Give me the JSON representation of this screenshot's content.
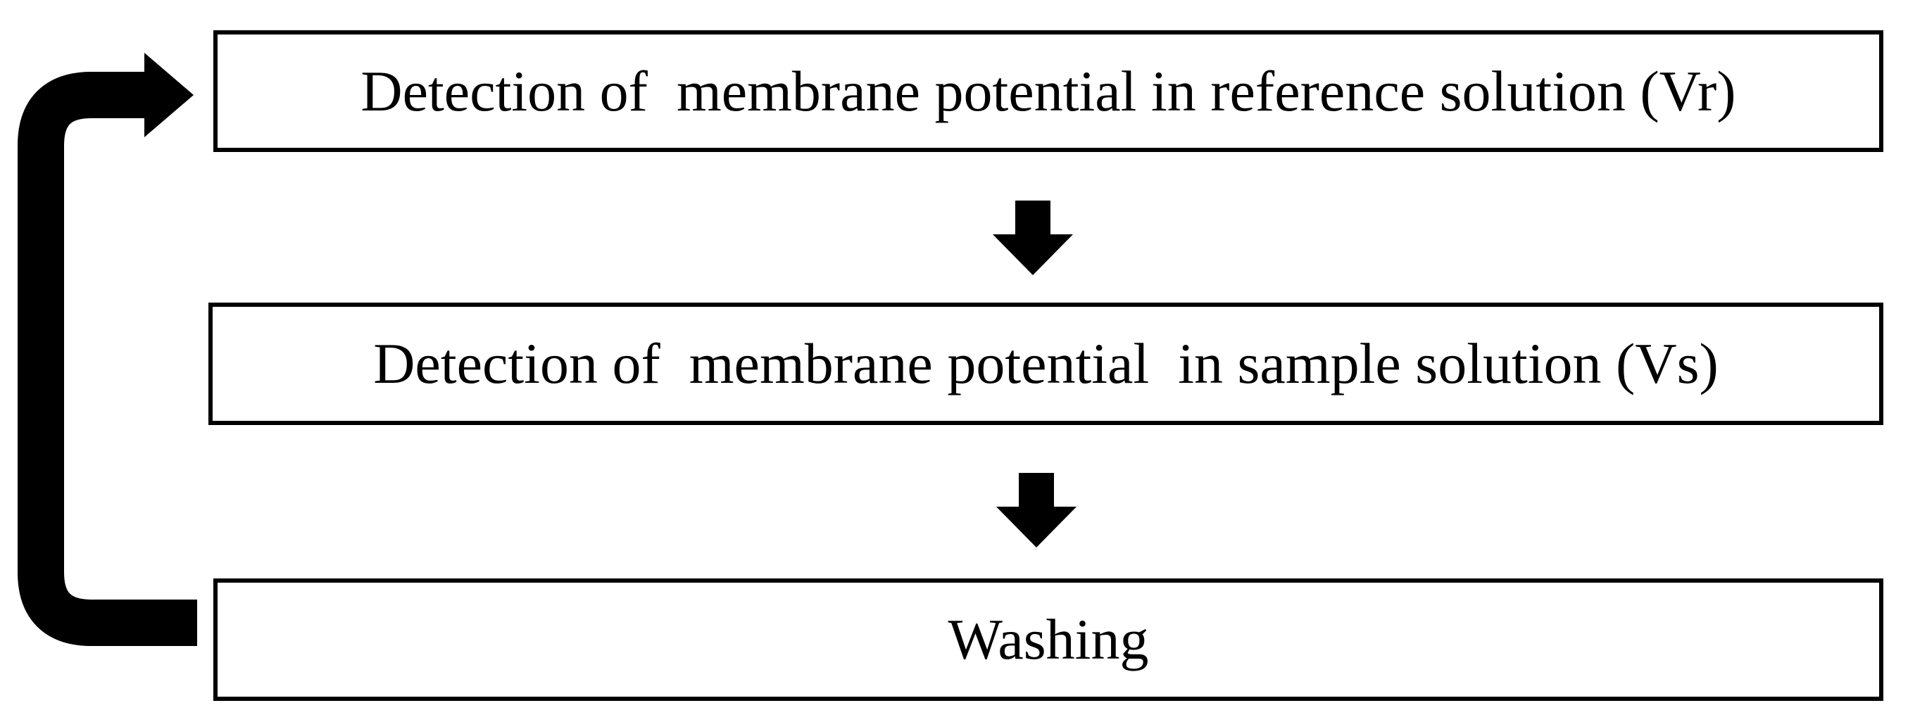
{
  "steps": [
    {
      "label": "Detection of  membrane potential in reference solution (Vr)"
    },
    {
      "label": "Detection of  membrane potential  in sample solution (Vs)"
    },
    {
      "label": "Washing"
    }
  ],
  "arrows": {
    "sequence": [
      "down-arrow",
      "down-arrow"
    ],
    "loop": "loop-back-arrow"
  },
  "colors": {
    "stroke": "#000000",
    "fill": "#ffffff"
  }
}
